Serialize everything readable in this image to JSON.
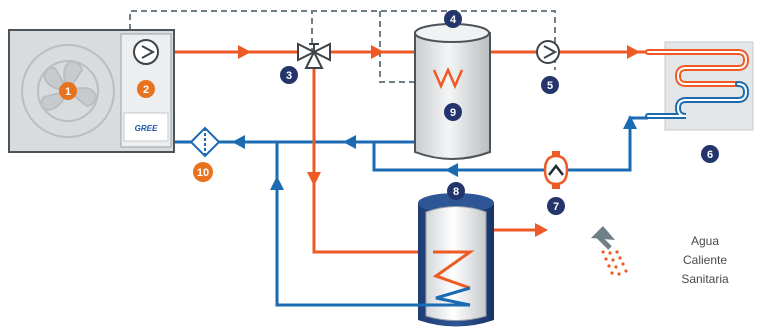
{
  "colors": {
    "hot": "#ee5a24",
    "cold": "#1b6bb3",
    "control": "#6f7f88",
    "badge_navy": "#23356b",
    "badge_orange": "#e8731f"
  },
  "brand": "GREE",
  "caption": {
    "line1": "Agua",
    "line2": "Caliente",
    "line3": "Sanitaria"
  },
  "badges": [
    {
      "label": "1",
      "color": "orange",
      "component": "fan"
    },
    {
      "label": "2",
      "color": "orange",
      "component": "unit-pump"
    },
    {
      "label": "3",
      "color": "navy",
      "component": "three-way-valve"
    },
    {
      "label": "4",
      "color": "navy",
      "component": "buffer-tank-sensor"
    },
    {
      "label": "5",
      "color": "navy",
      "component": "circulation-pump"
    },
    {
      "label": "6",
      "color": "navy",
      "component": "underfloor-heating"
    },
    {
      "label": "7",
      "color": "navy",
      "component": "expansion-vessel"
    },
    {
      "label": "8",
      "color": "navy",
      "component": "dhw-tank"
    },
    {
      "label": "9",
      "color": "navy",
      "component": "electric-heater"
    },
    {
      "label": "10",
      "color": "orange",
      "component": "filter"
    }
  ],
  "icons": [
    "fan-icon",
    "pump-icon",
    "three-way-valve-icon",
    "heater-icon",
    "filter-icon",
    "expansion-vessel-icon",
    "shower-icon",
    "floor-heating-coil-icon",
    "tank-coil-icon"
  ]
}
